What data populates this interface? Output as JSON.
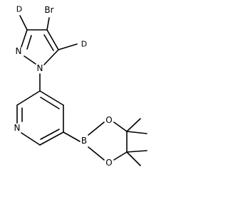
{
  "atoms": {
    "br": "Br",
    "d_left": "D",
    "d_right": "D",
    "n_pyrazole_1": "N",
    "n_pyrazole_2": "N",
    "n_pyridine": "N",
    "b": "B",
    "o_top": "O",
    "o_bottom": "O"
  }
}
